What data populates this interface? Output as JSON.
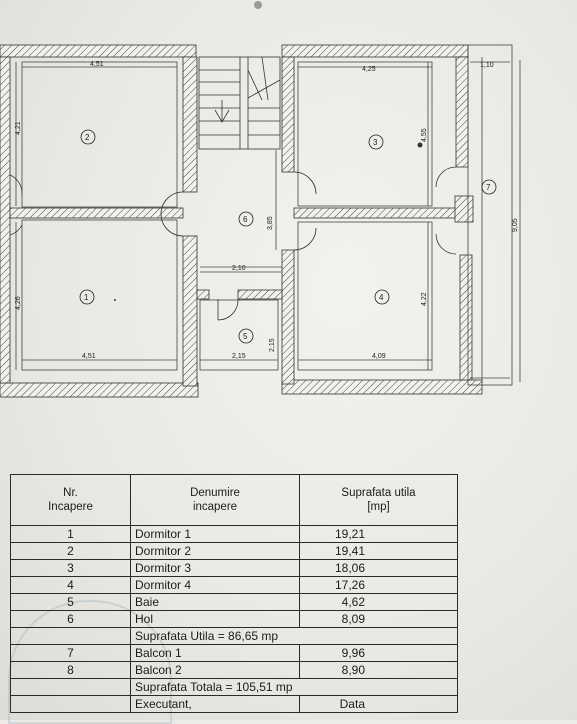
{
  "plan": {
    "dimensions": {
      "top_left_width": "4,51",
      "top_right_width": "4,25",
      "balcony_width": "1,10",
      "left_top_height": "4,21",
      "right_top_height": "4,55",
      "hall_height": "3,85",
      "hall_width": "2,10",
      "balcony_height": "9,05",
      "left_bottom_height": "4,26",
      "right_bottom_height": "4,22",
      "bottom_left_width": "4,51",
      "bath_width": "2,15",
      "bath_height": "2,15",
      "bottom_right_width": "4,09"
    },
    "room_numbers": [
      "1",
      "2",
      "3",
      "4",
      "5",
      "6",
      "7"
    ]
  },
  "table": {
    "headers": {
      "nr": [
        "Nr.",
        "Incapere"
      ],
      "name": [
        "Denumire",
        "incapere"
      ],
      "area": [
        "Suprafata utila",
        "[mp]"
      ]
    },
    "rows": [
      {
        "nr": "1",
        "name": "Dormitor 1",
        "area": "19,21"
      },
      {
        "nr": "2",
        "name": "Dormitor 2",
        "area": "19,41"
      },
      {
        "nr": "3",
        "name": "Dormitor 3",
        "area": "18,06"
      },
      {
        "nr": "4",
        "name": "Dormitor 4",
        "area": "17,26"
      },
      {
        "nr": "5",
        "name": "Baie",
        "area": "4,62"
      },
      {
        "nr": "6",
        "name": "Hol",
        "area": "8,09"
      }
    ],
    "subtotal": "Suprafata Utila = 86,65 mp",
    "balcony_rows": [
      {
        "nr": "7",
        "name": "Balcon 1",
        "area": "9,96"
      },
      {
        "nr": "8",
        "name": "Balcon 2",
        "area": "8,90"
      }
    ],
    "total": "Suprafata Totala = 105,51 mp",
    "footer": {
      "executant": "Executant,",
      "data": "Data"
    }
  }
}
